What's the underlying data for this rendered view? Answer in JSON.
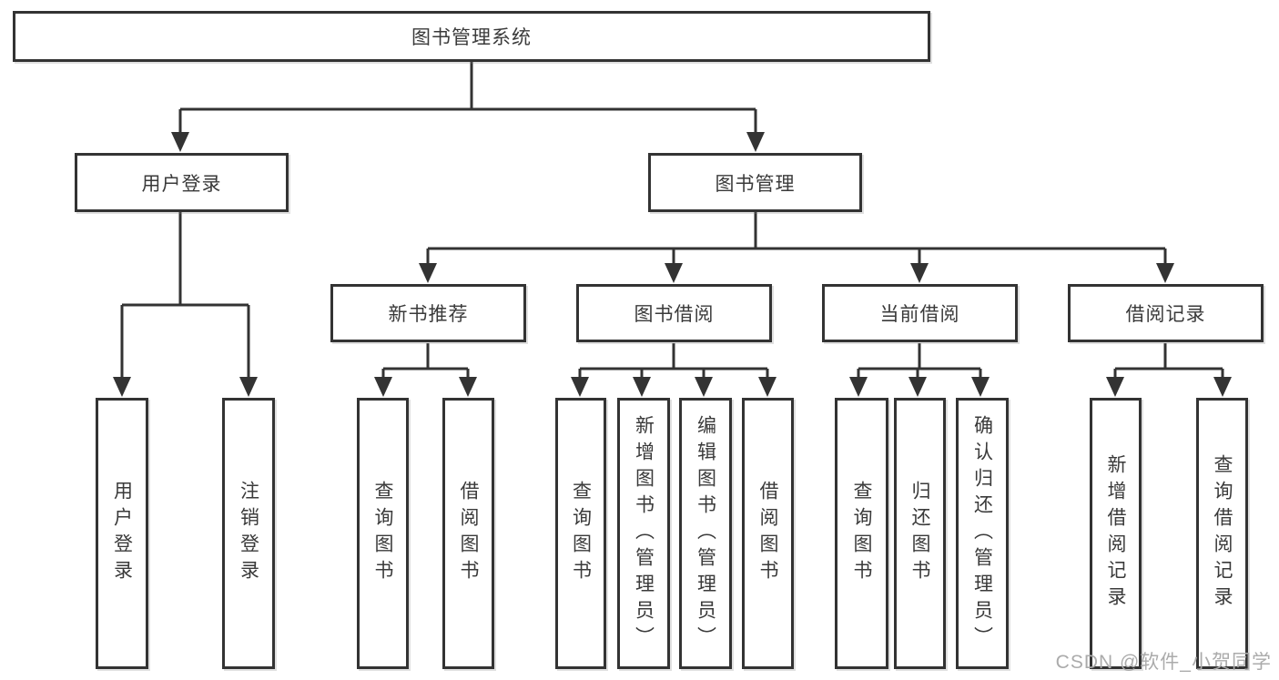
{
  "tree": {
    "root": "图书管理系统",
    "branches": [
      {
        "label": "用户登录",
        "children": [
          "用户登录",
          "注销登录"
        ]
      },
      {
        "label": "图书管理",
        "groups": [
          {
            "label": "新书推荐",
            "children": [
              "查询图书",
              "借阅图书"
            ]
          },
          {
            "label": "图书借阅",
            "children": [
              "查询图书",
              "新增图书（管理员）",
              "编辑图书（管理员）",
              "借阅图书"
            ]
          },
          {
            "label": "当前借阅",
            "children": [
              "查询图书",
              "归还图书",
              "确认归还（管理员）"
            ]
          },
          {
            "label": "借阅记录",
            "children": [
              "新增借阅记录",
              "查询借阅记录"
            ]
          }
        ]
      }
    ]
  },
  "watermark": {
    "text": "CSDN @软件_小贺同学"
  },
  "colors": {
    "line": "#333333",
    "text": "#3a3a3a",
    "box_bg": "#ffffff",
    "background": "#ffffff",
    "watermark": "#ababab"
  }
}
